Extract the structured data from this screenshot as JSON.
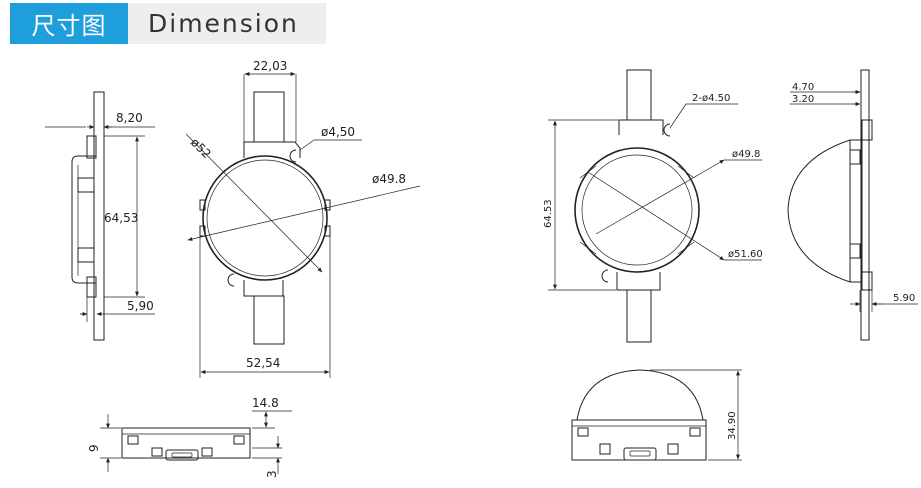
{
  "header": {
    "title_zh": "尺寸图",
    "title_en": "Dimension"
  },
  "dimensions": {
    "left_view": {
      "thickness": "8,20",
      "height": "64,53",
      "base": "5,90"
    },
    "front_view": {
      "top_width": "22,03",
      "slot_hole": "ø4,50",
      "outer_diameter": "ø52",
      "lens_diameter": "ø49.8",
      "total_width": "52,54"
    },
    "bottom_view": {
      "height_total": "14.8",
      "height_body": "9",
      "height_base": "3"
    },
    "right_front_view": {
      "slot_holes": "2-ø4.50",
      "lens_diameter": "ø49.8",
      "outer_diameter": "ø51.60",
      "height": "64.53"
    },
    "right_side_view": {
      "top_1": "4.70",
      "top_2": "3.20",
      "base": "5.90"
    },
    "dome_view": {
      "height": "34.90"
    }
  }
}
